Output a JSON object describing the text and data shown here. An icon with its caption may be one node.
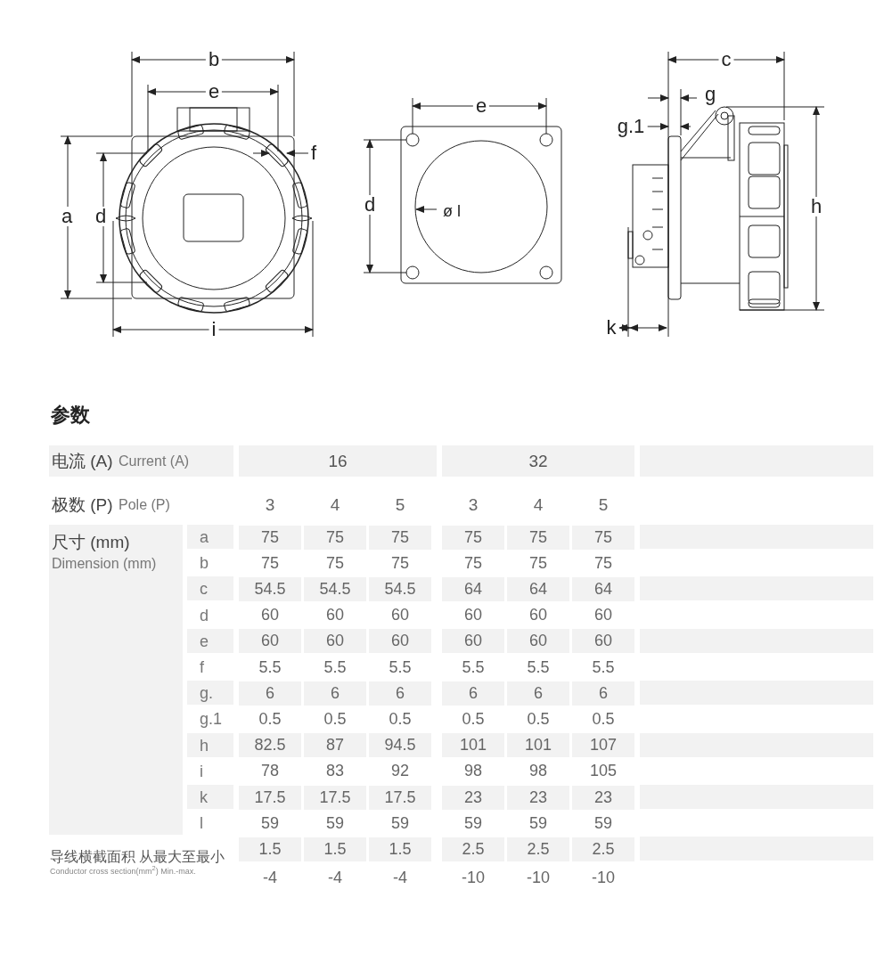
{
  "diagram": {
    "title": "参数",
    "labels": [
      "b",
      "e",
      "f",
      "a",
      "d",
      "i",
      "e",
      "d",
      "ø l",
      "c",
      "g",
      "g.1",
      "h",
      "k",
      "电流 (A)",
      "Current (A)",
      "16",
      "32",
      "极数 (P)",
      "Pole (P)",
      "3",
      "4",
      "5",
      "3",
      "4",
      "5",
      "尺寸 (mm)",
      "Dimension (mm)",
      "a",
      "75",
      "75",
      "75",
      "75",
      "75",
      "75",
      "b",
      "75",
      "75",
      "75",
      "75",
      "75",
      "75",
      "c",
      "54.5",
      "54.5",
      "54.5",
      "64",
      "64",
      "64",
      "d",
      "60",
      "60",
      "60",
      "60",
      "60",
      "60",
      "e",
      "60",
      "60",
      "60",
      "60",
      "60",
      "60",
      "f",
      "5.5",
      "5.5",
      "5.5",
      "5.5",
      "5.5",
      "5.5",
      "g.",
      "6",
      "6",
      "6",
      "6",
      "6",
      "6",
      "g.1",
      "0.5",
      "0.5",
      "0.5",
      "0.5",
      "0.5",
      "0.5",
      "h",
      "82.5",
      "87",
      "94.5",
      "101",
      "101",
      "107",
      "i",
      "78",
      "83",
      "92",
      "98",
      "98",
      "105",
      "k",
      "17.5",
      "17.5",
      "17.5",
      "23",
      "23",
      "23",
      "l",
      "59",
      "59",
      "59",
      "59",
      "59",
      "59",
      "导线横截面积 从最大至最小",
      "Conductor cross section(mm$^{2}$) Min.-max.",
      "1.5",
      "1.5",
      "1.5",
      "2.5",
      "2.5",
      "2.5",
      "-4",
      "-4",
      "-4",
      "-10",
      "-10",
      "-10"
    ]
  }
}
